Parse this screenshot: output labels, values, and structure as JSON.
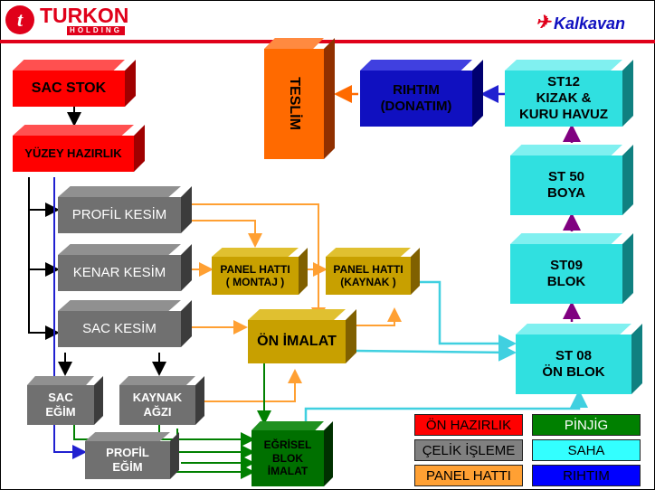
{
  "header": {
    "left_logo_name": "TURKON",
    "left_logo_sub": "HOLDING",
    "right_logo_text": "Kalkavan"
  },
  "blocks": {
    "sac_stok": "SAC STOK",
    "yuzey_hazirlik": "YÜZEY HAZIRLIK",
    "profil_kesim": "PROFİL KESİM",
    "kenar_kesim": "KENAR KESİM",
    "sac_kesim": "SAC KESİM",
    "sac_egim": "SAC\nEĞİM",
    "kaynak_agzi": "KAYNAK\nAĞZI",
    "profil_egim": "PROFİL\nEĞİM",
    "panel_montaj": "PANEL HATTI\n( MONTAJ )",
    "panel_kaynak": "PANEL HATTI\n(KAYNAK )",
    "on_imalat": "ÖN İMALAT",
    "egrisel_blok": "EĞRİSEL\nBLOK\nİMALAT",
    "teslim": "TESLİM",
    "rihtim_donatim": "RIHTIM\n(DONATIM)",
    "st12": "ST12\nKIZAK &\nKURU HAVUZ",
    "st50": "ST 50\nBOYA",
    "st09": "ST09\nBLOK",
    "st08": "ST 08\nÖN BLOK"
  },
  "legend": [
    {
      "label": "ÖN HAZIRLIK",
      "color": "#ff0000",
      "text_color": "#000000"
    },
    {
      "label": "PİNJİG",
      "color": "#008000",
      "text_color": "#ffffff"
    },
    {
      "label": "ÇELİK İŞLEME",
      "color": "#808080",
      "text_color": "#000000"
    },
    {
      "label": "SAHA",
      "color": "#33ffff",
      "text_color": "#000000"
    },
    {
      "label": "PANEL HATTI",
      "color": "#ffa033",
      "text_color": "#000000"
    },
    {
      "label": "RIHTIM",
      "color": "#0000ff",
      "text_color": "#000000"
    }
  ],
  "colors": {
    "red": "#ff0000",
    "gray": "#707070",
    "gold": "#c8a000",
    "orange": "#ff6a00",
    "blue": "#1010c0",
    "cyan": "#30e0e0",
    "green": "#007000"
  }
}
